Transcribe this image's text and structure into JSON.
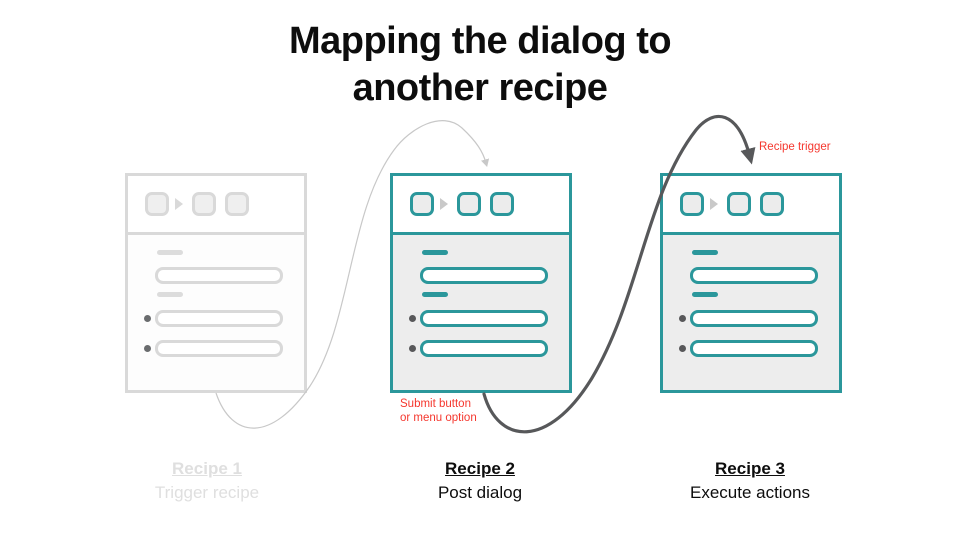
{
  "slide_title": {
    "line1": "Mapping the dialog to",
    "line2": "another recipe"
  },
  "recipes": [
    {
      "name": "Recipe 1",
      "subtitle": "Trigger recipe",
      "state": "faded"
    },
    {
      "name": "Recipe 2",
      "subtitle": "Post dialog",
      "state": "active"
    },
    {
      "name": "Recipe 3",
      "subtitle": "Execute actions",
      "state": "active"
    }
  ],
  "annotations": {
    "submit_line1": "Submit button",
    "submit_line2": "or menu option",
    "recipe_trigger": "Recipe trigger"
  },
  "icons": {
    "recipe_step": "rounded-square",
    "play_arrow": "triangle-right",
    "list_bullet": "dot"
  },
  "colors": {
    "teal_accent": "#2b979b",
    "faded_gray": "#d9d9d9",
    "annotation_red": "#f5372e",
    "arrow_dark": "#57585a",
    "arrow_light": "#c8c8c8",
    "body_fill": "#ededed"
  }
}
